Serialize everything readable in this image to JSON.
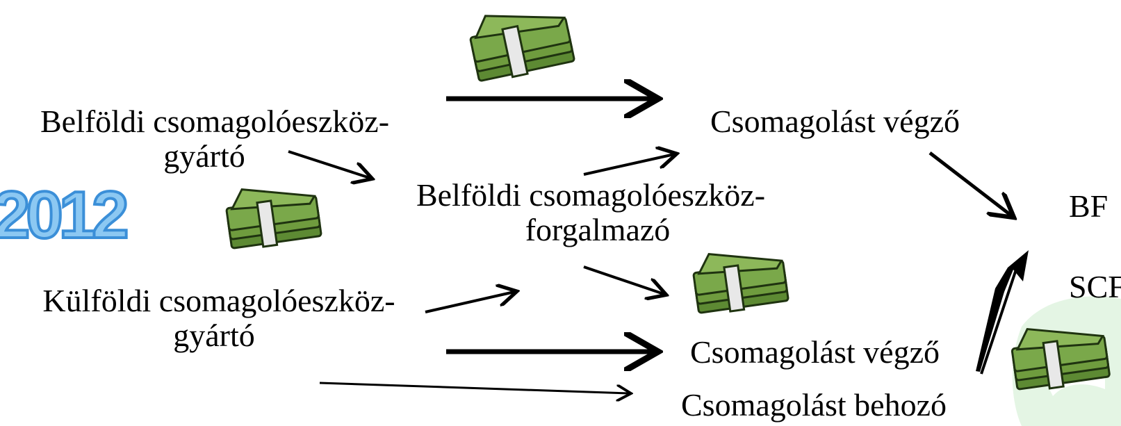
{
  "nodes": {
    "domestic_manufacturer": {
      "line1": "Belföldi csomagolóeszköz-",
      "line2": "gyártó"
    },
    "domestic_distributor": {
      "line1": "Belföldi csomagolóeszköz-",
      "line2": "forgalmazó"
    },
    "foreign_manufacturer": {
      "line1": "Külföldi csomagolóeszköz-",
      "line2": "gyártó"
    },
    "packer_top": "Csomagolást végző",
    "packer_bottom": "Csomagolást végző",
    "importer": "Csomagolást behozó",
    "bf": "BF",
    "scf": "SCF"
  },
  "logo": {
    "text": "2012",
    "color": "#4a9fe0"
  },
  "icons": [
    "money-stack-icon",
    "arrow-icon"
  ],
  "colors": {
    "money": "#7aa84a",
    "money_dark": "#2f4a1c",
    "deco": "#e4f5e4"
  }
}
